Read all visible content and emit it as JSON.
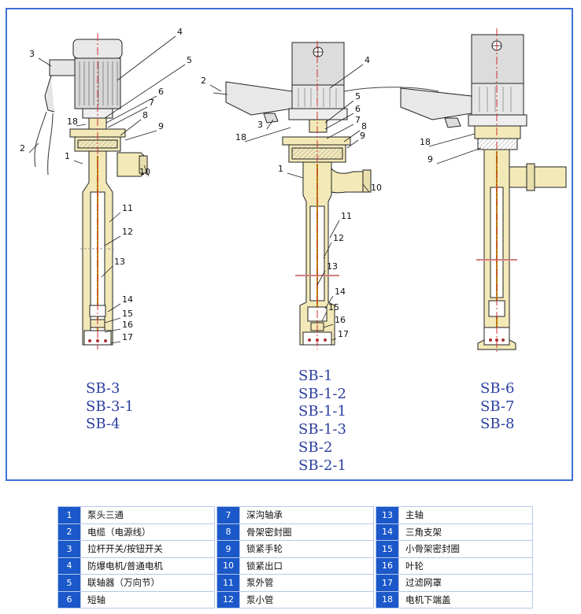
{
  "pump_models": {
    "left": [
      "SB-3",
      "SB-3-1",
      "SB-4"
    ],
    "middle": [
      "SB-1",
      "SB-1-2",
      "SB-1-1",
      "SB-1-3",
      "SB-2",
      "SB-2-1"
    ],
    "right": [
      "SB-6",
      "SB-7",
      "SB-8"
    ]
  },
  "callouts": {
    "left": [
      "1",
      "2",
      "3",
      "4",
      "5",
      "6",
      "7",
      "8",
      "9",
      "10",
      "11",
      "12",
      "13",
      "14",
      "15",
      "16",
      "17",
      "18"
    ],
    "middle": [
      "1",
      "2",
      "3",
      "4",
      "5",
      "6",
      "7",
      "8",
      "9",
      "10",
      "11",
      "12",
      "13",
      "14",
      "15",
      "16",
      "17",
      "18"
    ],
    "right": [
      "18",
      "9"
    ]
  },
  "legend": [
    {
      "num": "1",
      "label": "泵头三通"
    },
    {
      "num": "2",
      "label": "电缆（电源线）"
    },
    {
      "num": "3",
      "label": "拉杆开关/按钮开关"
    },
    {
      "num": "4",
      "label": "防爆电机/普通电机"
    },
    {
      "num": "5",
      "label": "联轴器（万向节）"
    },
    {
      "num": "6",
      "label": "短轴"
    },
    {
      "num": "7",
      "label": "深沟轴承"
    },
    {
      "num": "8",
      "label": "骨架密封圈"
    },
    {
      "num": "9",
      "label": "锁紧手轮"
    },
    {
      "num": "10",
      "label": "锁紧出口"
    },
    {
      "num": "11",
      "label": "泵外管"
    },
    {
      "num": "12",
      "label": "泵小管"
    },
    {
      "num": "13",
      "label": "主轴"
    },
    {
      "num": "14",
      "label": "三角支架"
    },
    {
      "num": "15",
      "label": "小骨架密封圈"
    },
    {
      "num": "16",
      "label": "叶轮"
    },
    {
      "num": "17",
      "label": "过滤网罩"
    },
    {
      "num": "18",
      "label": "电机下端盖"
    }
  ],
  "colors": {
    "frame": "#3f6fd6",
    "model_text": "#2a3ea0",
    "legend_number_bg": "#1b58c9",
    "drawing_line": "#222222",
    "part_fill": "#f3e9b8",
    "centerline": "#d03030"
  }
}
